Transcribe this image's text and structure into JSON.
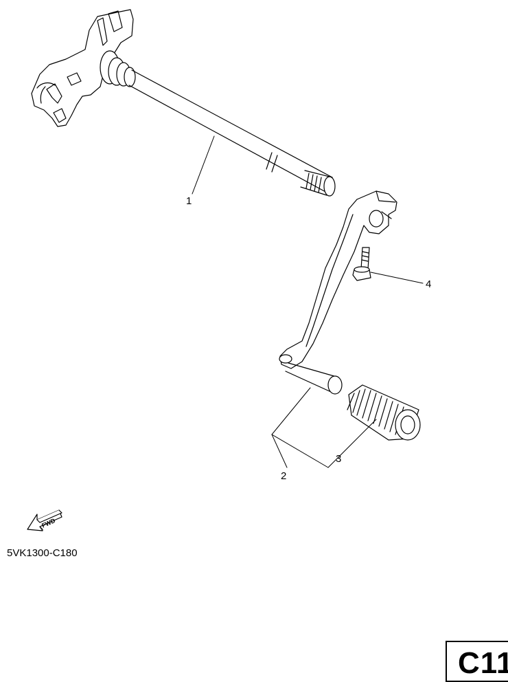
{
  "callouts": {
    "c1": "1",
    "c2": "2",
    "c3": "3",
    "c4": "4"
  },
  "fwd_label": "FWD",
  "diagram_code": "5VK1300-C180",
  "page_label": "C11"
}
